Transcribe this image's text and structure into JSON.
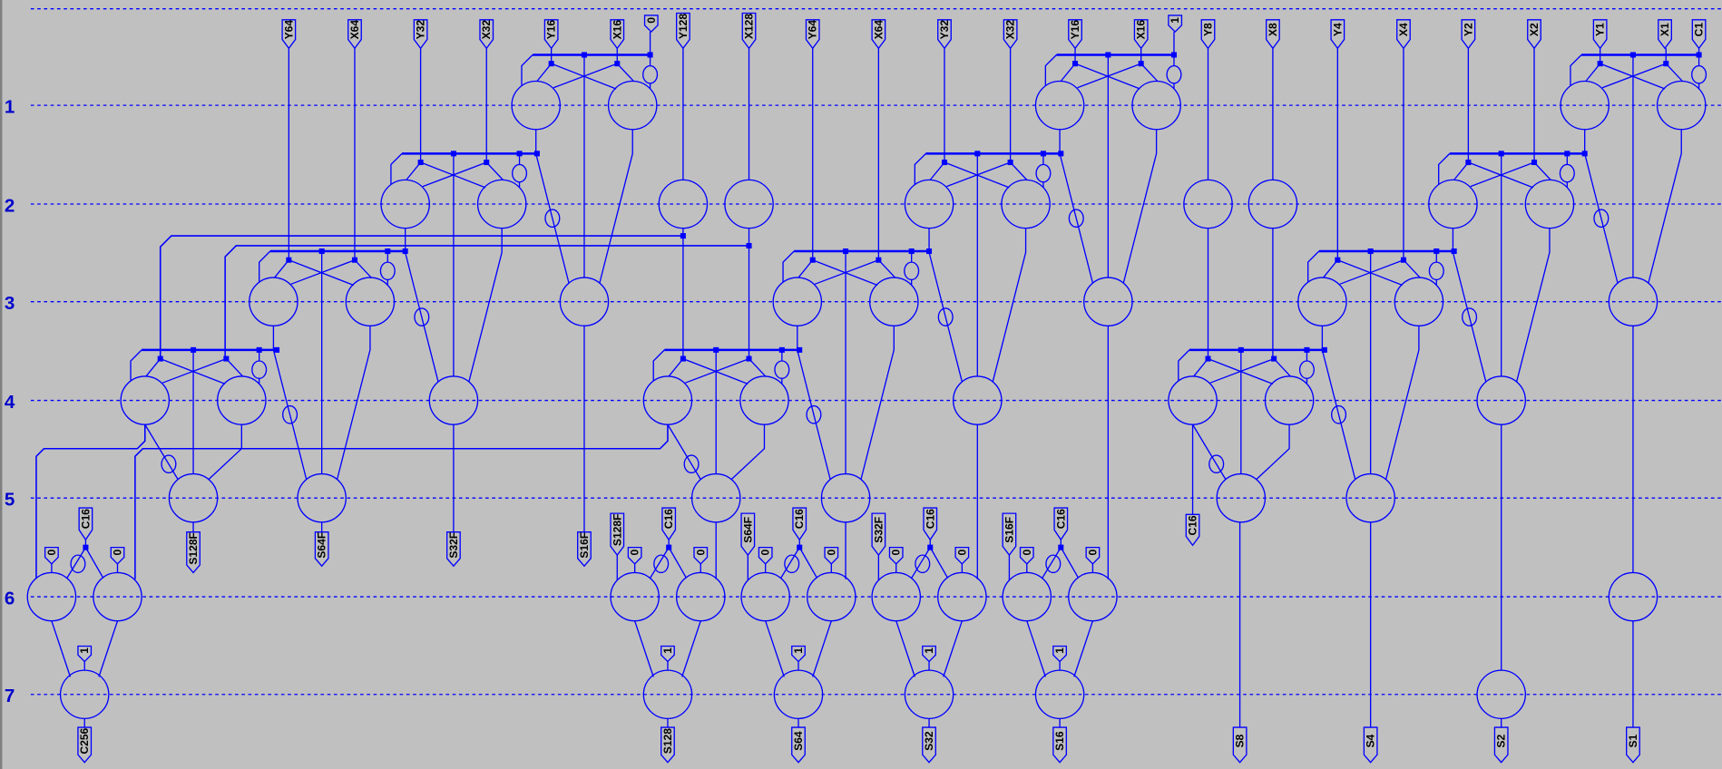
{
  "row_labels": [
    "1",
    "2",
    "3",
    "4",
    "5",
    "6",
    "7"
  ],
  "top_labels": [
    "Y64",
    "X64",
    "Y32",
    "X32",
    "Y16",
    "X16",
    "0",
    "Y128",
    "X128",
    "Y64",
    "X64",
    "Y32",
    "X32",
    "Y16",
    "X16",
    "1",
    "Y8",
    "X8",
    "Y4",
    "X4",
    "Y2",
    "X2",
    "Y1",
    "X1",
    "C1"
  ],
  "partial_sum_labels": [
    "S128F",
    "S64F",
    "S32F",
    "S16F"
  ],
  "carry_out_label": "C16",
  "muxes": [
    {
      "select": "C16",
      "in0": "0",
      "in1": "0",
      "const": "1",
      "out": "C256"
    },
    {
      "select": "C16",
      "feed": "S128F",
      "in0": "0",
      "in1": "0",
      "const": "1",
      "out": "S128"
    },
    {
      "select": "C16",
      "feed": "S64F",
      "in0": "0",
      "in1": "0",
      "const": "1",
      "out": "S64"
    },
    {
      "select": "C16",
      "feed": "S32F",
      "in0": "0",
      "in1": "0",
      "const": "1",
      "out": "S32"
    },
    {
      "select": "C16",
      "feed": "S16F",
      "in0": "0",
      "in1": "0",
      "const": "1",
      "out": "S16"
    }
  ],
  "right_outputs": [
    "S8",
    "S4",
    "S2",
    "S1"
  ],
  "colors": {
    "wire": "#0000ff",
    "background": "#c0c0c0",
    "label_text": "#000000",
    "row_label": "#0000cc"
  }
}
